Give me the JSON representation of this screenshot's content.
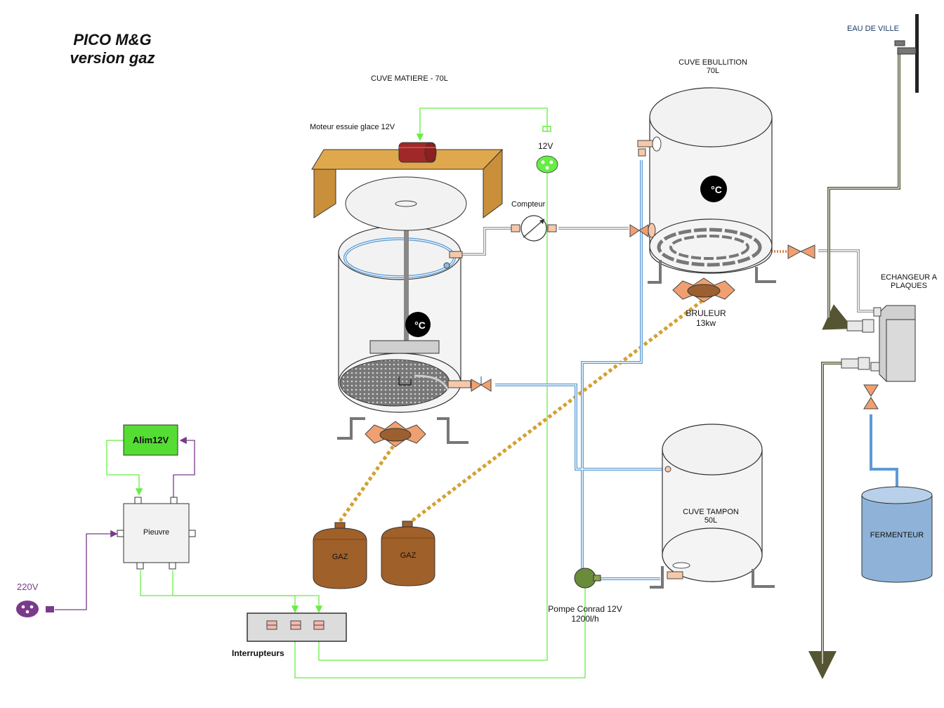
{
  "title": {
    "line1": "PICO M&G",
    "line2": "version gaz"
  },
  "labels": {
    "cuve_matiere": "CUVE MATIERE - 70L",
    "moteur": "Moteur essuie glace 12V",
    "v12": "12V",
    "compteur": "Compteur",
    "cuve_ebullition_l1": "CUVE EBULLITION",
    "cuve_ebullition_l2": "70L",
    "bruleur_l1": "BRULEUR",
    "bruleur_l2": "13kw",
    "eau_de_ville": "EAU DE VILLE",
    "echangeur_l1": "ECHANGEUR A",
    "echangeur_l2": "PLAQUES",
    "fermenteur": "FERMENTEUR",
    "cuve_tampon_l1": "CUVE TAMPON",
    "cuve_tampon_l2": "50L",
    "pompe_l1": "Pompe Conrad 12V",
    "pompe_l2": "1200l/h",
    "gaz1": "GAZ",
    "gaz2": "GAZ",
    "alim": "Alim12V",
    "pieuvre": "Pieuvre",
    "v220": "220V",
    "interrupteurs": "Interrupteurs",
    "temp_symbol_1": "°C",
    "temp_symbol_2": "°C"
  },
  "colors": {
    "electric_12v": "#66ee44",
    "electric_220v": "#7a3a8a",
    "gas_line": "#d4a030",
    "water_blue": "#5b9bd5",
    "pipe_grey": "#9a9a9a",
    "drain_olive": "#555533",
    "gas_bottle": "#a0602a",
    "fermenteur": "#8fb3d8",
    "alim_green": "#55dd33",
    "motor_red": "#a02828",
    "table_wood": "#e0a84c"
  }
}
